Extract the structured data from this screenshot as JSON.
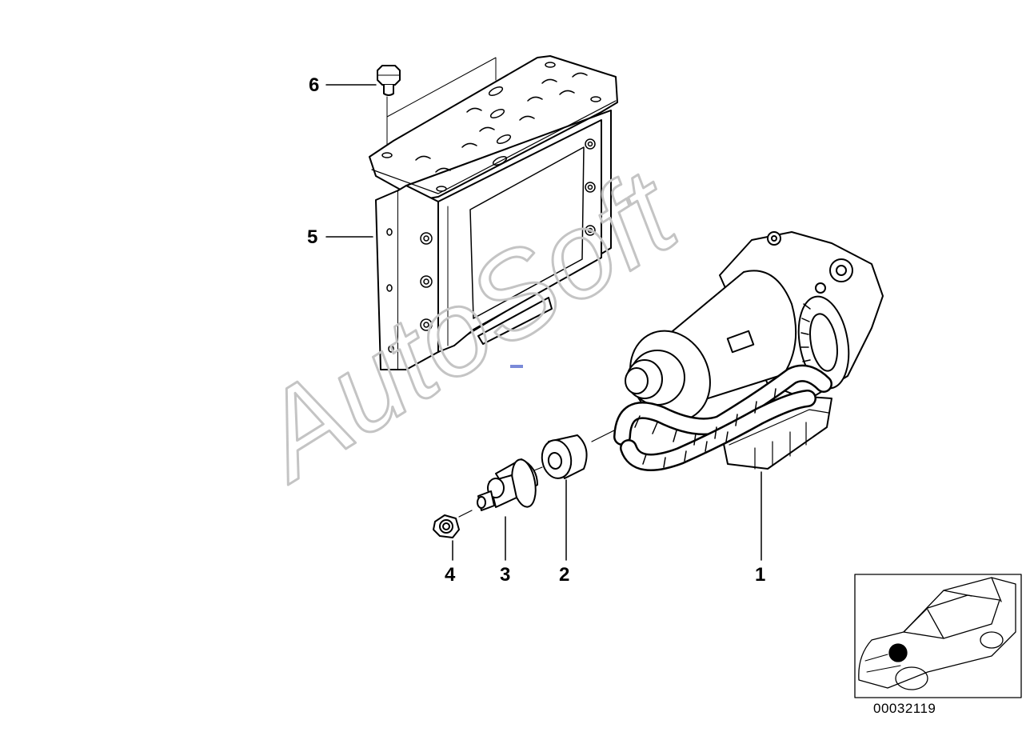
{
  "callouts": [
    {
      "id": "1",
      "part": "hydraulic-unit"
    },
    {
      "id": "2",
      "part": "rubber-bushing"
    },
    {
      "id": "3",
      "part": "mounting-stud"
    },
    {
      "id": "4",
      "part": "hex-nut"
    },
    {
      "id": "5",
      "part": "control-unit-bracket"
    },
    {
      "id": "6",
      "part": "hex-bolt"
    }
  ],
  "watermark": "AutoSoft",
  "diagram_number": "00032119",
  "colors": {
    "line": "#000000",
    "watermark": "#d0d0d0",
    "marker": "#000000"
  }
}
